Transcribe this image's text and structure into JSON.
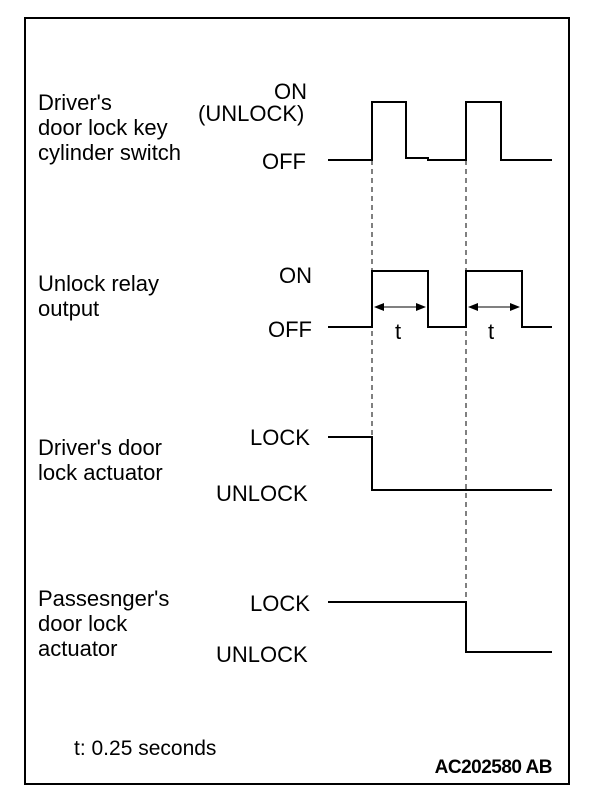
{
  "signals": [
    {
      "name_lines": [
        "Driver's",
        "door lock key",
        "cylinder switch"
      ],
      "high_state": "ON",
      "high_state_sub": "(UNLOCK)",
      "low_state": "OFF",
      "waveform": "two pulses"
    },
    {
      "name_lines": [
        "Unlock relay",
        "output"
      ],
      "high_state": "ON",
      "low_state": "OFF",
      "pulse_width_label": "t",
      "waveform": "two pulses of duration t"
    },
    {
      "name_lines": [
        "Driver's door",
        "lock actuator"
      ],
      "high_state": "LOCK",
      "low_state": "UNLOCK",
      "waveform": "LOCK to UNLOCK at first pulse"
    },
    {
      "name_lines": [
        "Passesnger's",
        "door lock",
        "actuator"
      ],
      "high_state": "LOCK",
      "low_state": "UNLOCK",
      "waveform": "LOCK to UNLOCK at second pulse"
    }
  ],
  "footnote": "t: 0.25 seconds",
  "figure_code": "AC202580 AB",
  "colors": {
    "line": "#000000",
    "background": "#ffffff"
  }
}
